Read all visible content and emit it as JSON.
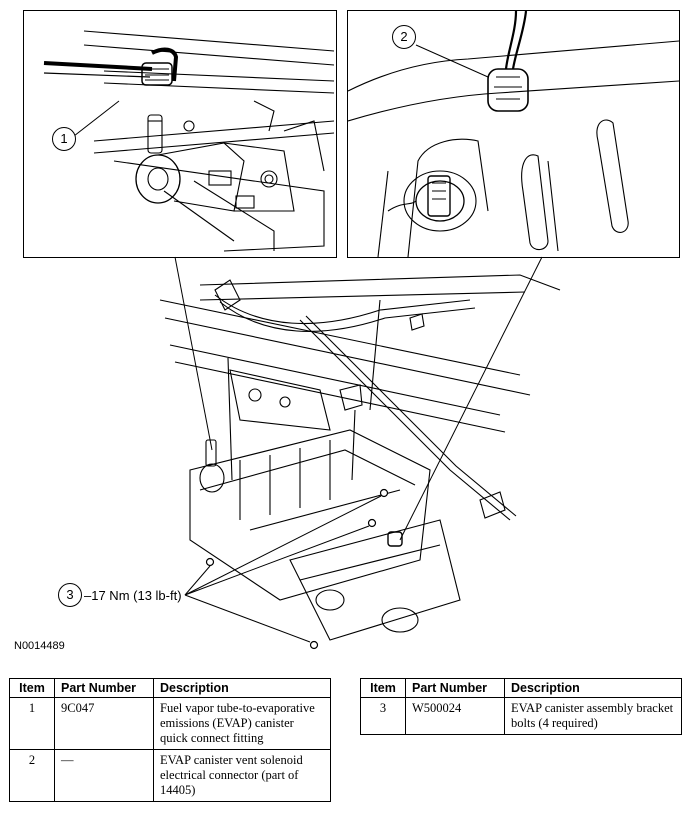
{
  "figure_id": "N0014489",
  "callouts": [
    {
      "number": "1"
    },
    {
      "number": "2"
    },
    {
      "number": "3",
      "torque": "17 Nm (13 lb-ft)"
    }
  ],
  "tables": [
    {
      "headers": [
        "Item",
        "Part Number",
        "Description"
      ],
      "rows": [
        {
          "item": "1",
          "part_number": "9C047",
          "description": "Fuel vapor tube-to-evaporative emissions (EVAP) canister quick connect fitting"
        },
        {
          "item": "2",
          "part_number": "—",
          "description": "EVAP canister vent solenoid electrical connector (part of 14405)"
        }
      ]
    },
    {
      "headers": [
        "Item",
        "Part Number",
        "Description"
      ],
      "rows": [
        {
          "item": "3",
          "part_number": "W500024",
          "description": "EVAP canister assembly bracket bolts (4 required)"
        }
      ]
    }
  ]
}
